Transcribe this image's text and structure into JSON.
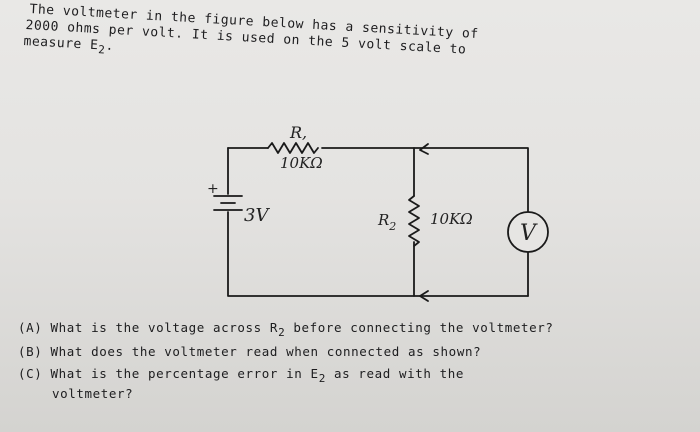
{
  "problem": {
    "intro_line1": "The voltmeter in the figure below has a sensitivity of",
    "intro_line2": "2000 ohms per volt.  It is used on the 5 volt scale to",
    "intro_line3": "measure E",
    "intro_line3_sub": "2",
    "intro_line3_end": "."
  },
  "circuit": {
    "r1_label": "R,",
    "r1_value": "10KΩ",
    "battery_plus": "+",
    "battery_value": "3V",
    "r2_label": "R",
    "r2_label_sub": "2",
    "r2_value": "10KΩ",
    "meter_symbol": "V"
  },
  "questions": {
    "a_prefix": "(A)",
    "a_text": "What is the voltage across R",
    "a_sub": "2",
    "a_end": " before connecting the voltmeter?",
    "b_prefix": "(B)",
    "b_text": "What does the voltmeter read when connected as shown?",
    "c_prefix": "(C)",
    "c_text": "What is the percentage error in E",
    "c_sub": "2",
    "c_end": " as read with the",
    "c_line2": "voltmeter?"
  }
}
